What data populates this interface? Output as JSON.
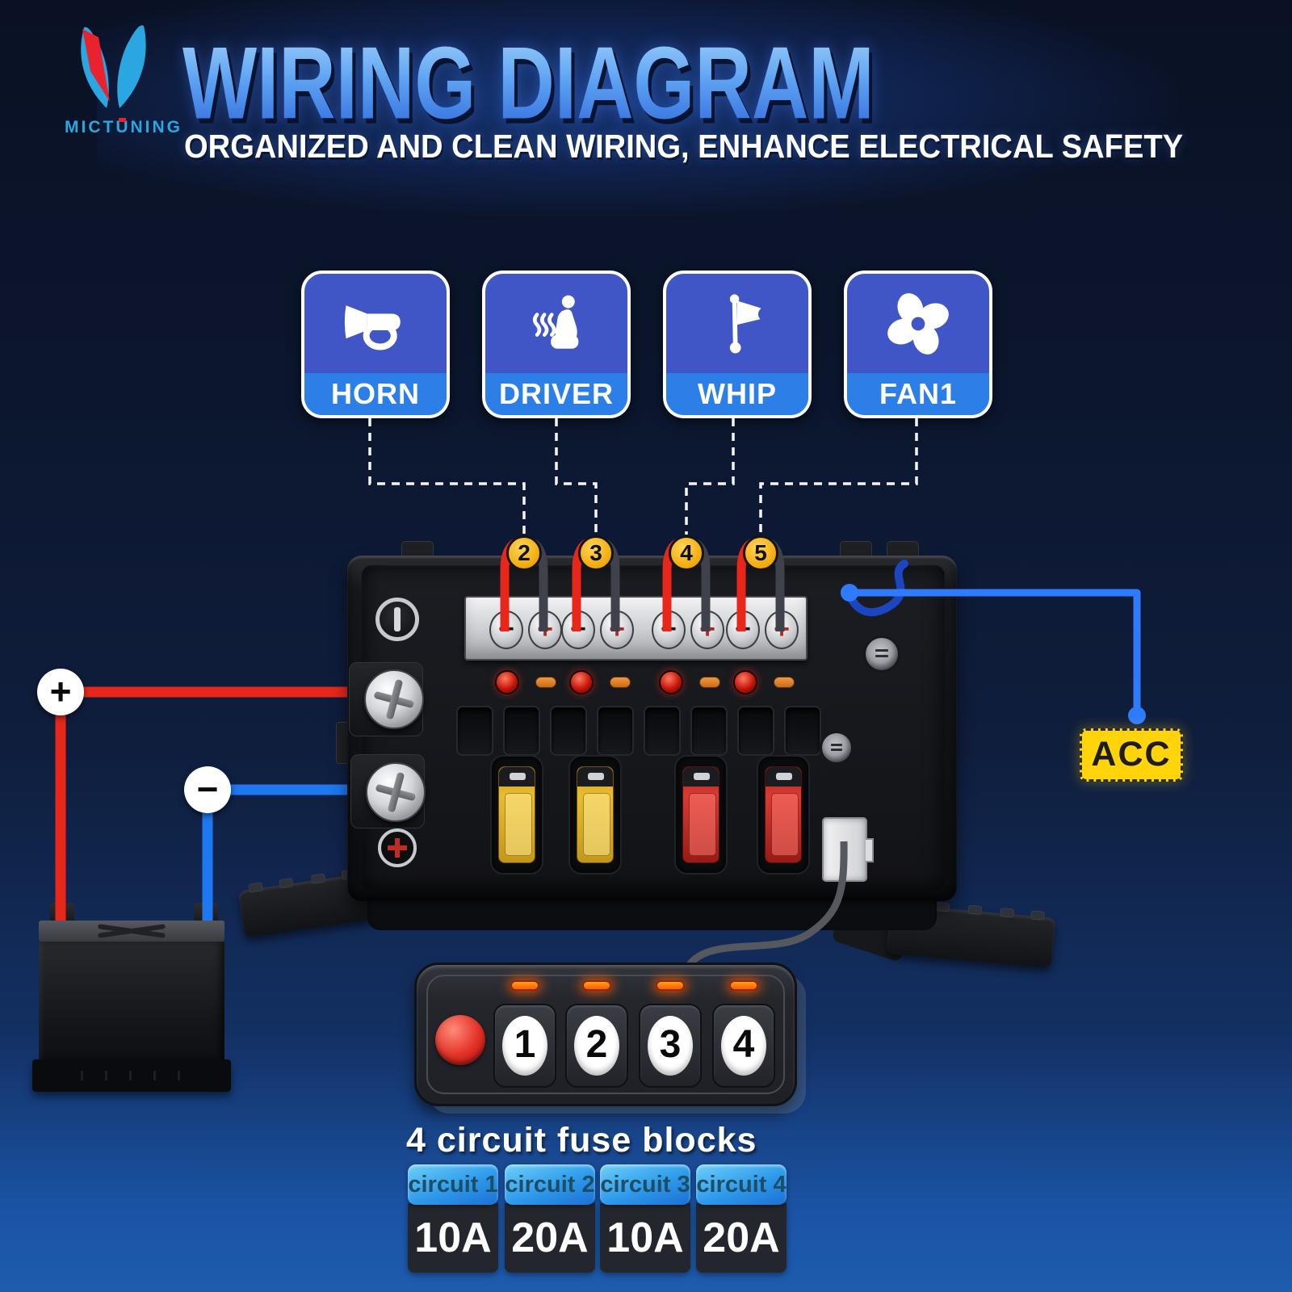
{
  "brand": {
    "name": "MICTUNING"
  },
  "header": {
    "title": "WIRING DIAGRAM",
    "subtitle": "ORGANIZED AND CLEAN WIRING, ENHANCE ELECTRICAL SAFETY"
  },
  "accessories": [
    {
      "label": "HORN",
      "terminal": "2"
    },
    {
      "label": "DRIVER",
      "terminal": "3"
    },
    {
      "label": "WHIP",
      "terminal": "4"
    },
    {
      "label": "FAN1",
      "terminal": "5"
    }
  ],
  "fuse_block": {
    "terminal_symbols": [
      "−",
      "+",
      "−",
      "+",
      "−",
      "+",
      "−",
      "+"
    ],
    "positive_mark": "+",
    "fuse_colors": [
      "yellow",
      "yellow",
      "red",
      "red"
    ]
  },
  "battery": {
    "positive": "+",
    "negative": "−"
  },
  "acc": {
    "label": "ACC",
    "color": "#FFD40A"
  },
  "switch_panel": {
    "buttons": [
      "1",
      "2",
      "3",
      "4"
    ]
  },
  "fuse_table": {
    "title": "4 circuit fuse blocks",
    "columns": [
      {
        "header": "circuit 1",
        "value": "10A"
      },
      {
        "header": "circuit 2",
        "value": "20A"
      },
      {
        "header": "circuit 3",
        "value": "10A"
      },
      {
        "header": "circuit 4",
        "value": "20A"
      }
    ]
  },
  "colors": {
    "positive_wire": "#E8271A",
    "negative_wire": "#1E78F0",
    "acc_wire": "#2E7BFF",
    "badge_yellow": "#F2A90A",
    "title_blue": "#5DA2F2"
  }
}
